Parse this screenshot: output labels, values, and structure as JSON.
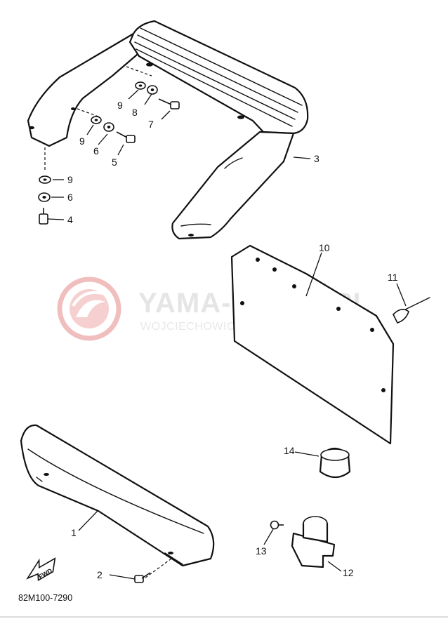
{
  "diagram": {
    "callouts": {
      "c1": "1",
      "c2": "2",
      "c3": "3",
      "c4": "4",
      "c5": "5",
      "c6a": "6",
      "c6b": "6",
      "c7": "7",
      "c8": "8",
      "c9a": "9",
      "c9b": "9",
      "c9c": "9",
      "c10": "10",
      "c11": "11",
      "c12": "12",
      "c13": "13",
      "c14": "14"
    },
    "diagram_code": "82M100-7290",
    "fwd_label": "FWD"
  },
  "watermark": {
    "main_text": "YAMA-SKLEP.PL",
    "sub_text": "WOJCIECHOWICZ | DEALER YAMAHA",
    "color": "#e8b4b4"
  }
}
